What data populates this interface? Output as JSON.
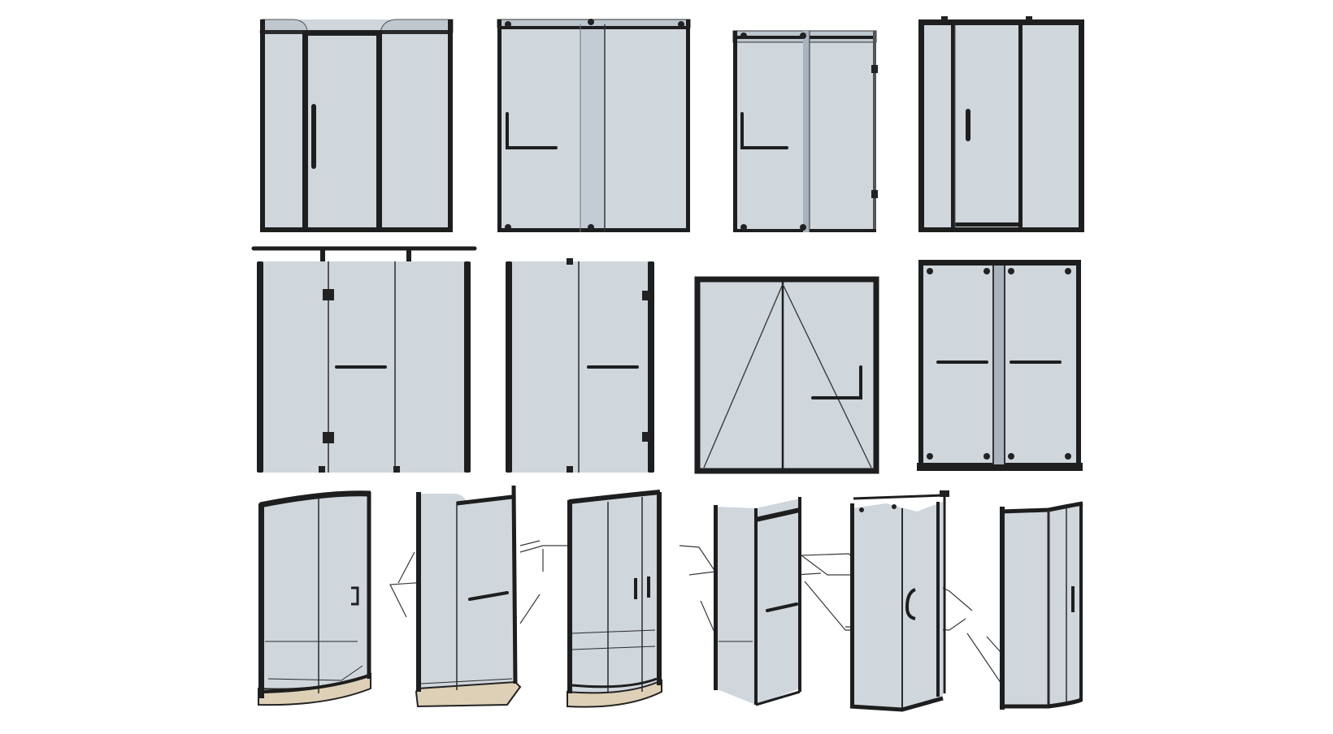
{
  "scene": {
    "background": "#ffffff",
    "glass_color": "#cfd6dc",
    "frame_color": "#1e1e1e",
    "tray_color": "#ddd0b6"
  },
  "rows": [
    {
      "name": "row-1",
      "items": [
        "sliding-door-three-panel",
        "sliding-door-wide-bar",
        "hinged-door-with-fixed-panel",
        "pivot-door-narrow-frame"
      ]
    },
    {
      "name": "row-2",
      "items": [
        "rail-sliding-door",
        "frameless-hinged-door",
        "swing-door-elevation",
        "double-sliding-door"
      ]
    },
    {
      "name": "row-3",
      "items": [
        "curved-enclosure",
        "diamond-enclosure",
        "quadrant-enclosure",
        "corner-pivot-enclosure",
        "pentagon-enclosure",
        "round-corner-enclosure"
      ]
    }
  ]
}
